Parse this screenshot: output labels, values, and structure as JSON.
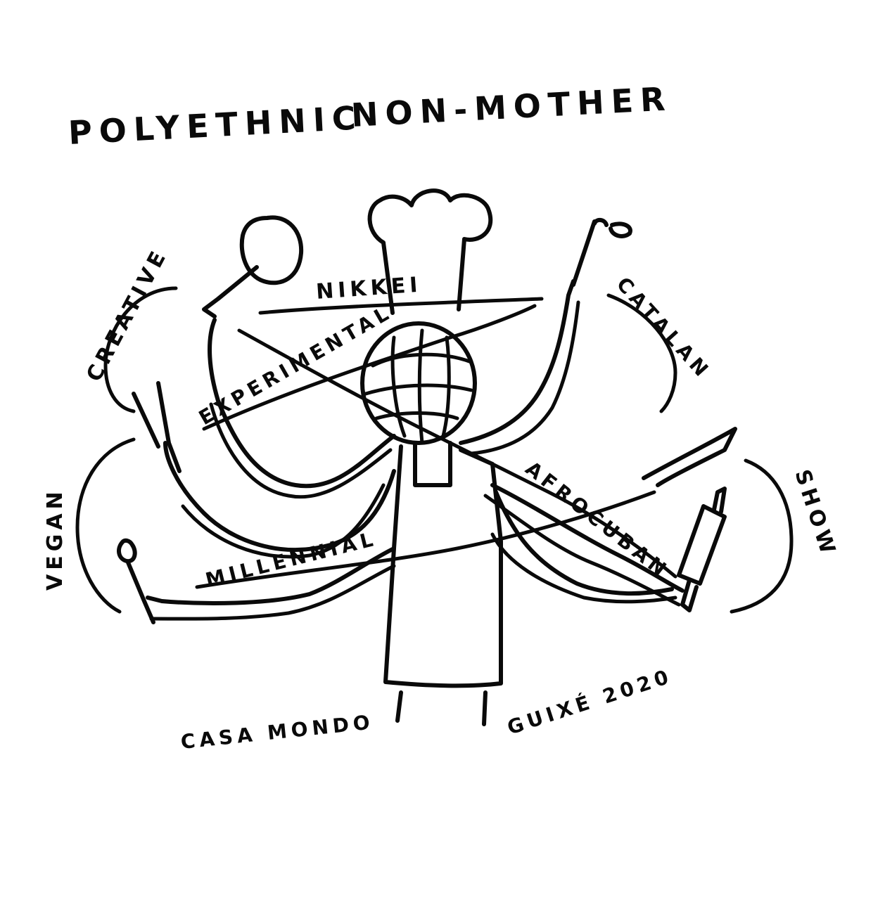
{
  "title": {
    "left": "POLYETHNIC",
    "right": "NON-MOTHER"
  },
  "labels": {
    "creative": "CREATIVE",
    "nikkei": "NIKKEI",
    "experimental": "EXPERIMENTAL",
    "catalan": "CATALAN",
    "vegan": "VEGAN",
    "afrocuban": "AFROCUBAN",
    "show": "SHOW",
    "millennial": "MILLENNIAL"
  },
  "footer": {
    "left": "CASA MONDO",
    "right": "GUIXÉ 2020"
  },
  "colors": {
    "ink": "#0a0a0a",
    "paper": "#ffffff"
  },
  "icons": [
    "chef-hat-icon",
    "whisk-icon",
    "frying-pan-icon",
    "knife-icon",
    "rolling-pin-icon",
    "spoon-icon",
    "ladle-icon"
  ]
}
